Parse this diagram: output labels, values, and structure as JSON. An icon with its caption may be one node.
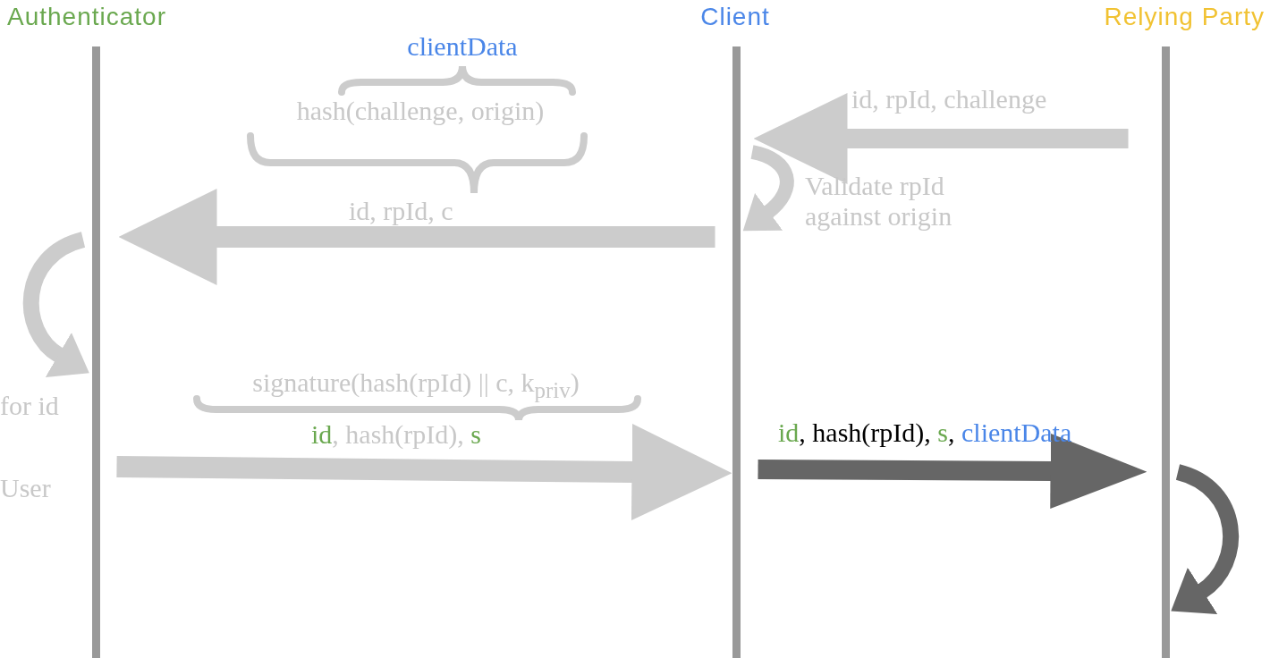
{
  "diagram": {
    "nodes": [
      {
        "text": [
          "Authenticator"
        ]
      },
      {
        "text": [
          "Client"
        ]
      },
      {
        "text": [
          "Relying Party"
        ]
      }
    ],
    "edges": [
      {
        "from": 2,
        "to": 1,
        "arrow": "to",
        "label": "id, rpId, challenge"
      },
      {
        "from": null,
        "to": 1,
        "arrow": "to",
        "label": "Validate rpId against origin"
      },
      {
        "from": 1,
        "to": 0,
        "arrow": "to",
        "label": "id, rpId, c"
      },
      {
        "from": null,
        "to": 0,
        "arrow": "to"
      },
      {
        "from": 0,
        "to": 1,
        "arrow": "to",
        "label": "id, hash(rpId), s"
      },
      {
        "from": 1,
        "to": 2,
        "arrow": "to",
        "label": "id, hash(rpId), s, clientData",
        "color": "#666666"
      },
      {
        "from": null,
        "to": 2,
        "arrow": "to",
        "color": "#666666"
      }
    ],
    "labels": [
      "clientData",
      "hash(challenge, origin)",
      "signature(hash(rpId) || c, k$_{priv}$)",
      "for id",
      "User"
    ]
  }
}
